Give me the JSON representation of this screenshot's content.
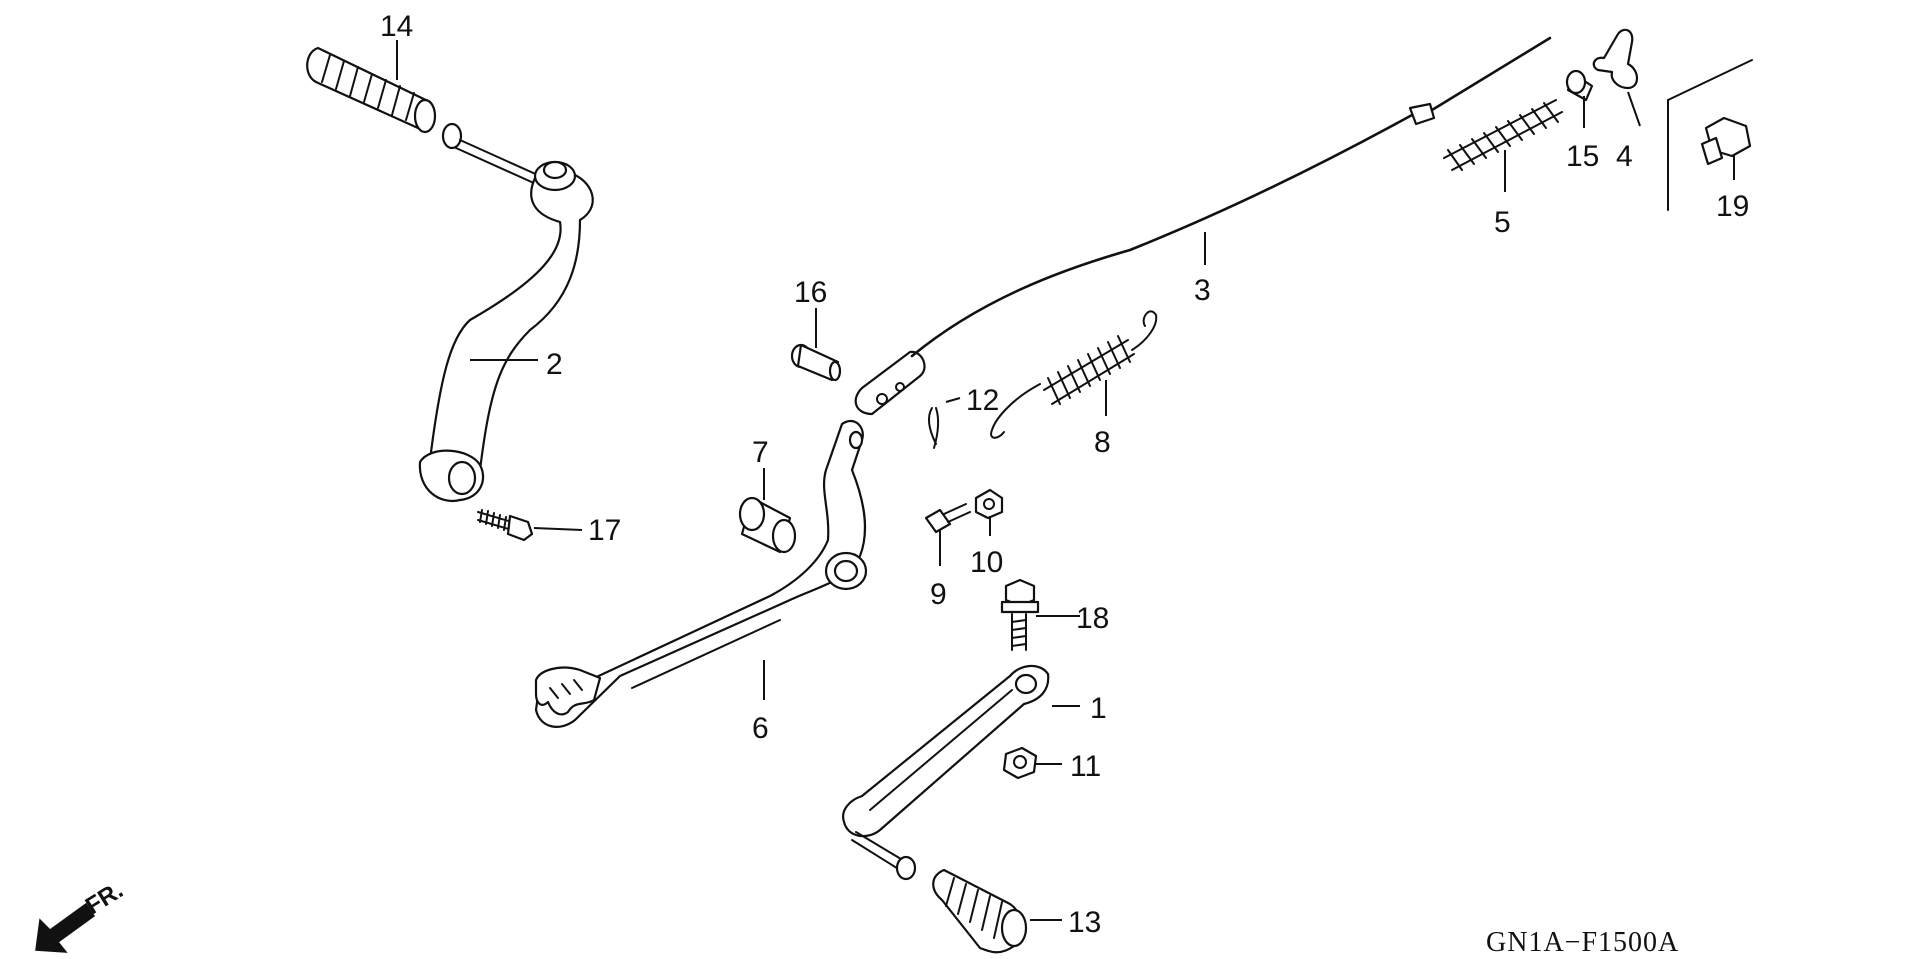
{
  "diagram_code": "GN1A−F1500A",
  "front_indicator": "FR.",
  "callouts": [
    {
      "id": "1",
      "label": "1"
    },
    {
      "id": "2",
      "label": "2"
    },
    {
      "id": "3",
      "label": "3"
    },
    {
      "id": "4",
      "label": "4"
    },
    {
      "id": "5",
      "label": "5"
    },
    {
      "id": "6",
      "label": "6"
    },
    {
      "id": "7",
      "label": "7"
    },
    {
      "id": "8",
      "label": "8"
    },
    {
      "id": "9",
      "label": "9"
    },
    {
      "id": "10",
      "label": "10"
    },
    {
      "id": "11",
      "label": "11"
    },
    {
      "id": "12",
      "label": "12"
    },
    {
      "id": "13",
      "label": "13"
    },
    {
      "id": "14",
      "label": "14"
    },
    {
      "id": "15",
      "label": "15"
    },
    {
      "id": "16",
      "label": "16"
    },
    {
      "id": "17",
      "label": "17"
    },
    {
      "id": "18",
      "label": "18"
    },
    {
      "id": "19",
      "label": "19"
    }
  ],
  "colors": {
    "ink": "#111111",
    "paper": "#ffffff"
  }
}
